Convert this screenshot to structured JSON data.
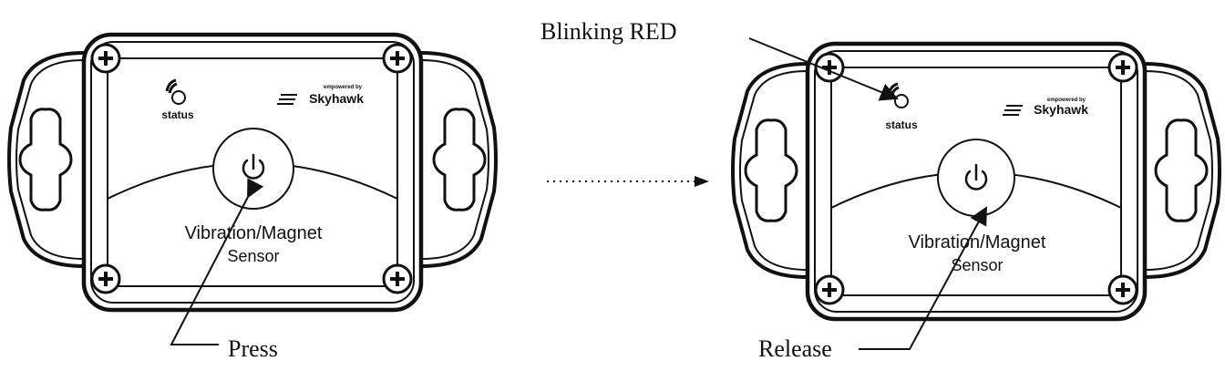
{
  "device": {
    "status_label": "status",
    "brand_tagline": "empowered by",
    "brand_name": "Skyhawk",
    "product_line1": "Vibration/Magnet",
    "product_line2": "Sensor",
    "power_icon": "power-icon"
  },
  "annotations": {
    "press": "Press",
    "release": "Release",
    "led_state": "Blinking RED"
  },
  "colors": {
    "ink": "#111111",
    "background": "#ffffff"
  }
}
